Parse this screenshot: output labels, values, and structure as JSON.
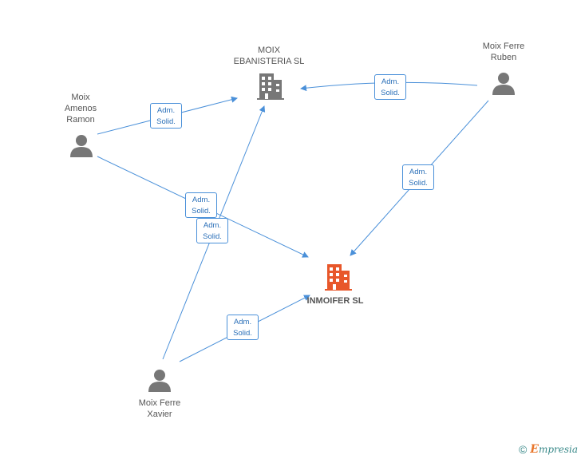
{
  "nodes": {
    "moix_ebanisteria": {
      "label": "MOIX\nEBANISTERIA SL",
      "kind": "company"
    },
    "moix_ferre_ruben": {
      "label": "Moix Ferre\nRuben",
      "kind": "person"
    },
    "moix_amenos_ramon": {
      "label": "Moix\nAmenos\nRamon",
      "kind": "person"
    },
    "inmoifer": {
      "label": "INMOIFER SL",
      "kind": "company-main"
    },
    "moix_ferre_xavier": {
      "label": "Moix Ferre\nXavier",
      "kind": "person"
    }
  },
  "edges": {
    "e1": {
      "label": "Adm.\nSolid."
    },
    "e2": {
      "label": "Adm.\nSolid."
    },
    "e3": {
      "label": "Adm.\nSolid."
    },
    "e4": {
      "label": "Adm.\nSolid."
    },
    "e5": {
      "label": "Adm.\nSolid."
    },
    "e6": {
      "label": "Adm.\nSolid."
    }
  },
  "colors": {
    "edge": "#4a90d9",
    "company": "#777777",
    "company_main": "#e8572a",
    "person": "#777777"
  },
  "footer": {
    "copyright": "©",
    "brand_initial": "E",
    "brand_rest": "mpresia"
  }
}
